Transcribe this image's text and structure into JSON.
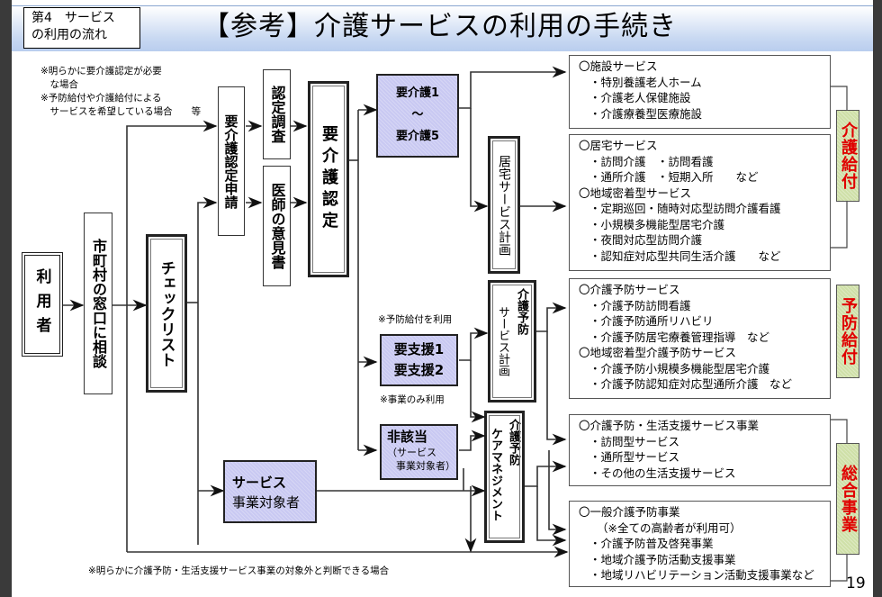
{
  "header": {
    "section_line1": "第4　サービス",
    "section_line2": "の利用の流れ",
    "title": "【参考】介護サービスの利用の手続き"
  },
  "notes": {
    "top_left": "※明らかに要介護認定が必要\n　な場合\n※予防給付や介護給付による\n　サービスを希望している場合　　等",
    "yobou_use": "※予防給付を利用",
    "jigyou_only": "※事業のみ利用",
    "bottom": "※明らかに介護予防・生活支援サービス事業の対象外と判断できる場合"
  },
  "flow": {
    "user": "利用者",
    "municipal_window": "市町村の窓口に相談",
    "checklist": "チェックリスト",
    "application": "要介護認定申請",
    "survey": "認定調査",
    "doctor_opinion": "医師の意見書",
    "certification": "要介護認定",
    "care_level": {
      "line1": "要介護1",
      "line2": "〜",
      "line3": "要介護5"
    },
    "support_level": {
      "line1": "要支援1",
      "line2": "要支援2"
    },
    "not_applicable": {
      "line1": "非該当",
      "line2": "（サービス",
      "line3": "事業対象者）"
    },
    "service_target": {
      "line1": "サービス",
      "line2": "事業対象者"
    },
    "home_service_plan": "居宅サービス計画",
    "prevention_plan_a": "介護予防",
    "prevention_plan_b": "サービス計画",
    "prevention_mgmt_a": "介護予防",
    "prevention_mgmt_b": "ケアマネジメント"
  },
  "services": {
    "facility": {
      "heading": "〇施設サービス",
      "items": [
        "・特別養護老人ホーム",
        "・介護老人保健施設",
        "・介護療養型医療施設"
      ]
    },
    "home": {
      "heading": "〇居宅サービス",
      "items": [
        "・訪問介護　・訪問看護",
        "・通所介護　・短期入所　　など"
      ],
      "heading2": "〇地域密着型サービス",
      "items2": [
        "・定期巡回・随時対応型訪問介護看護",
        "・小規模多機能型居宅介護",
        "・夜間対応型訪問介護",
        "・認知症対応型共同生活介護　　など"
      ]
    },
    "prevention": {
      "heading": "〇介護予防サービス",
      "items": [
        "・介護予防訪問看護",
        "・介護予防通所リハビリ",
        "・介護予防居宅療養管理指導　など"
      ],
      "heading2": "〇地域密着型介護予防サービス",
      "items2": [
        "・介護予防小規模多機能型居宅介護",
        "・介護予防認知症対応型通所介護　など"
      ]
    },
    "life_support": {
      "heading": "〇介護予防・生活支援サービス事業",
      "items": [
        "・訪問型サービス",
        "・通所型サービス",
        "・その他の生活支援サービス"
      ]
    },
    "general": {
      "heading": "〇一般介護予防事業",
      "sub": "（※全ての高齢者が利用可）",
      "items": [
        "・介護予防普及啓発事業",
        "・地域介護予防活動支援事業",
        "・地域リハビリテーション活動支援事業など"
      ]
    }
  },
  "categories": {
    "care_benefit": "介護給付",
    "prevention_benefit": "予防給付",
    "comprehensive": "総合事業"
  },
  "page_number": "19",
  "colors": {
    "level_fill": "#c9c9f2",
    "category_fill": "#cfe0a8",
    "category_text": "#e00000"
  }
}
